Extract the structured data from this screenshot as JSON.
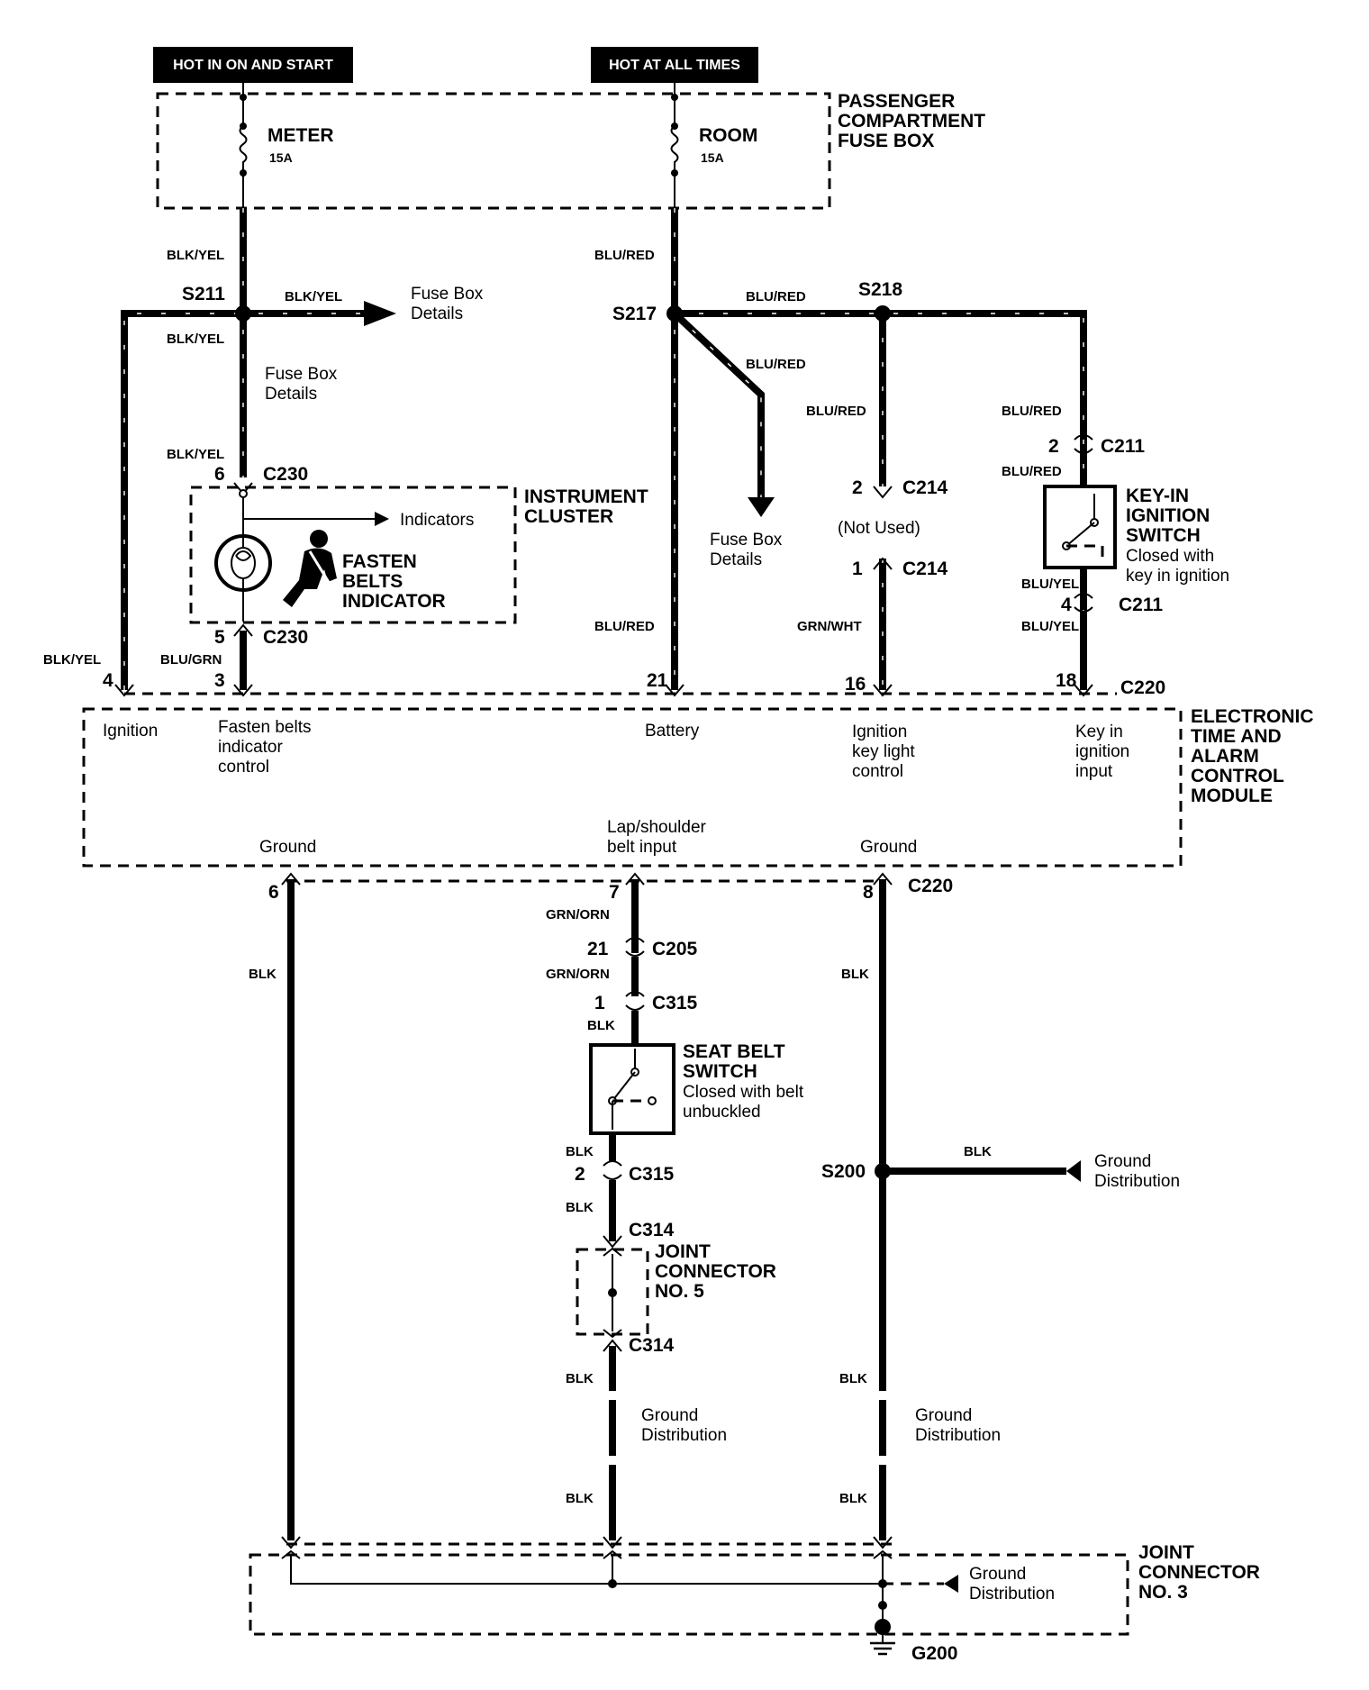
{
  "power": {
    "hot_start": "HOT IN ON AND START",
    "hot_all": "HOT AT ALL TIMES"
  },
  "fusebox": {
    "title": [
      "PASSENGER",
      "COMPARTMENT",
      "FUSE BOX"
    ],
    "meter": "METER",
    "meter_amp": "15A",
    "room": "ROOM",
    "room_amp": "15A"
  },
  "wires": {
    "blk_yel": "BLK/YEL",
    "blu_red": "BLU/RED",
    "blu_grn": "BLU/GRN",
    "grn_wht": "GRN/WHT",
    "blu_yel": "BLU/YEL",
    "grn_orn": "GRN/ORN",
    "blk": "BLK"
  },
  "splices": {
    "s211": "S211",
    "s217": "S217",
    "s218": "S218",
    "s200": "S200"
  },
  "connectors": {
    "c230": "C230",
    "c214": "C214",
    "c211": "C211",
    "c220": "C220",
    "c205": "C205",
    "c315": "C315",
    "c314": "C314",
    "g200": "G200"
  },
  "pins": {
    "p6": "6",
    "p5": "5",
    "p4": "4",
    "p3": "3",
    "p2": "2",
    "p1": "1",
    "p21": "21",
    "p16": "16",
    "p18": "18",
    "p7": "7",
    "p8": "8"
  },
  "refs": {
    "fuse_box_details": [
      "Fuse Box",
      "Details"
    ],
    "indicators": "Indicators",
    "not_used": "(Not Used)",
    "ground_distribution": [
      "Ground",
      "Distribution"
    ]
  },
  "cluster": {
    "title": [
      "INSTRUMENT",
      "CLUSTER"
    ],
    "indicator": [
      "FASTEN",
      "BELTS",
      "INDICATOR"
    ]
  },
  "keyin": {
    "title": [
      "KEY-IN",
      "IGNITION",
      "SWITCH"
    ],
    "note": [
      "Closed with",
      "key in ignition"
    ]
  },
  "module": {
    "title": [
      "ELECTRONIC",
      "TIME AND",
      "ALARM",
      "CONTROL",
      "MODULE"
    ],
    "ignition": "Ignition",
    "fasten": [
      "Fasten belts",
      "indicator",
      "control"
    ],
    "battery": "Battery",
    "keylight": [
      "Ignition",
      "key light",
      "control"
    ],
    "keyinput": [
      "Key in",
      "ignition",
      "input"
    ],
    "ground": "Ground",
    "lap": [
      "Lap/shoulder",
      "belt input"
    ]
  },
  "seatbelt": {
    "title": [
      "SEAT BELT",
      "SWITCH"
    ],
    "note": [
      "Closed with belt",
      "unbuckled"
    ]
  },
  "jc5": {
    "title": [
      "JOINT",
      "CONNECTOR",
      "NO. 5"
    ]
  },
  "jc3": {
    "title": [
      "JOINT",
      "CONNECTOR",
      "NO. 3"
    ]
  }
}
